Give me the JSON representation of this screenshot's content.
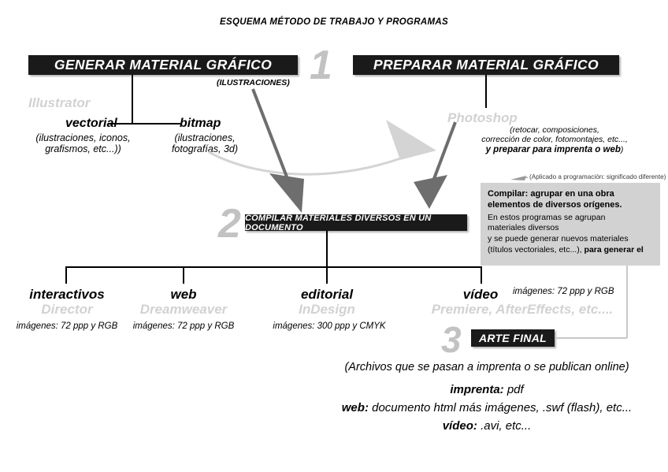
{
  "title": "ESQUEMA MÉTODO DE TRABAJO Y PROGRAMAS",
  "steps": {
    "one": "1",
    "two": "2",
    "three": "3"
  },
  "banners": {
    "generar": "GENERAR MATERIAL GRÁFICO",
    "preparar": "PREPARAR MATERIAL GRÁFICO",
    "compilar": "COMPILAR MATERIALES DIVERSOS EN UN DOCUMENTO",
    "arte_final": "ARTE FINAL"
  },
  "generar": {
    "subtitle": "(ILUSTRACIONES)",
    "app": "Illustrator",
    "vectorial": {
      "name": "vectorial",
      "desc": "(ilustraciones, iconos, grafismos, etc...))"
    },
    "bitmap": {
      "name": "bitmap",
      "desc": "(ilustraciones, fotografías, 3d)"
    }
  },
  "preparar": {
    "app": "Photoshop",
    "desc_line1": "(retocar, composiciones,",
    "desc_line2": "corrección de color, fotomontajes, etc...,",
    "desc_line3_bold": "y preparar para imprenta o web",
    "desc_line3_tail": ")"
  },
  "callout": {
    "note": "(Aplicado a programación: significado diferente)",
    "heading": "Compilar: agrupar en una obra elementos de diversos orígenes.",
    "line1": "En estos programas se agrupan",
    "line2": "materiales diversos",
    "line3": "y se puede generar nuevos materiales",
    "line4": "(títulos vectoriales, etc...),",
    "line4_bold": "para generar el"
  },
  "branches": [
    {
      "category": "interactivos",
      "app": "Director",
      "resolution": "imágenes: 72 ppp y RGB"
    },
    {
      "category": "web",
      "app": "Dreamweaver",
      "resolution": "imágenes: 72 ppp y RGB"
    },
    {
      "category": "editorial",
      "app": "InDesign",
      "resolution": "imágenes: 300 ppp y CMYK"
    },
    {
      "category": "vídeo",
      "app": "Premiere, AfterEffects, etc....",
      "resolution": "imágenes: 72 ppp y RGB"
    }
  ],
  "final": {
    "paren": "(Archivos que se pasan a imprenta o se publican online)",
    "items": [
      {
        "label": "imprenta:",
        "value": " pdf"
      },
      {
        "label": "web:",
        "value": " documento html más imágenes, .swf (flash), etc..."
      },
      {
        "label": "vídeo:",
        "value": " .avi, etc..."
      }
    ]
  },
  "colors": {
    "banner_bg": "#1a1a1a",
    "step_gray": "#c2c2c2",
    "app_gray": "#d2d2d2",
    "callout_bg": "#d2d2d2",
    "arrow_dark": "#6e6e6e",
    "arrow_light": "#d4d4d4"
  }
}
